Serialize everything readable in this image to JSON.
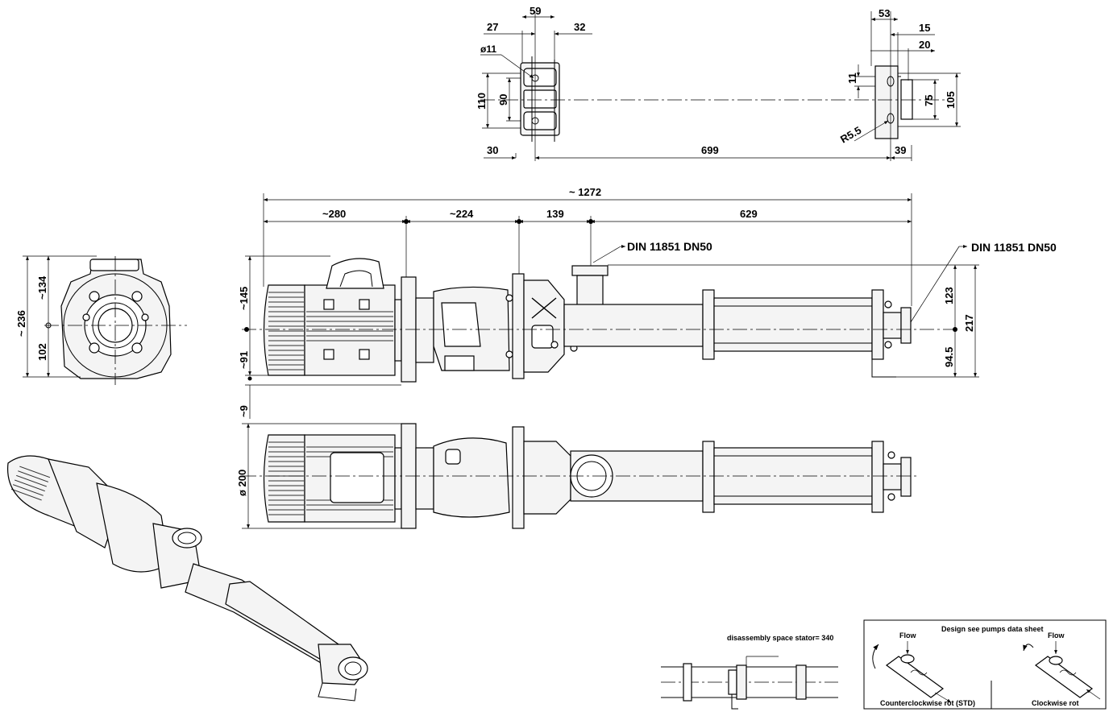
{
  "dimensions": {
    "top_bracket": {
      "d59": "59",
      "d27": "27",
      "d32": "32",
      "dia11": "ø11",
      "d110": "110",
      "d90": "90",
      "d30": "30",
      "d699": "699",
      "d53": "53",
      "d15": "15",
      "d20": "20",
      "d11": "11",
      "d75": "75",
      "d105": "105",
      "r55": "R5.5",
      "d39": "39"
    },
    "side_view": {
      "overall": "~ 1272",
      "d280": "~280",
      "d224": "~224",
      "d139": "139",
      "d629": "629",
      "d145": "~145",
      "d91": "~91",
      "d9": "~9",
      "d123": "123",
      "d217": "217",
      "d945": "94.5"
    },
    "end_view": {
      "d236": "~ 236",
      "d134": "~134",
      "d102": "102"
    },
    "top_view": {
      "dia200": "ø 200"
    }
  },
  "labels": {
    "din_inlet": "DIN 11851 DN50",
    "din_outlet": "DIN 11851 DN50",
    "disassembly": "disassembly space stator= 340",
    "design_note": "Design see pumps data sheet",
    "flow_left": "Flow",
    "flow_right": "Flow",
    "ccw": "Counterclockwise rot (STD)",
    "cw": "Clockwise rot"
  }
}
